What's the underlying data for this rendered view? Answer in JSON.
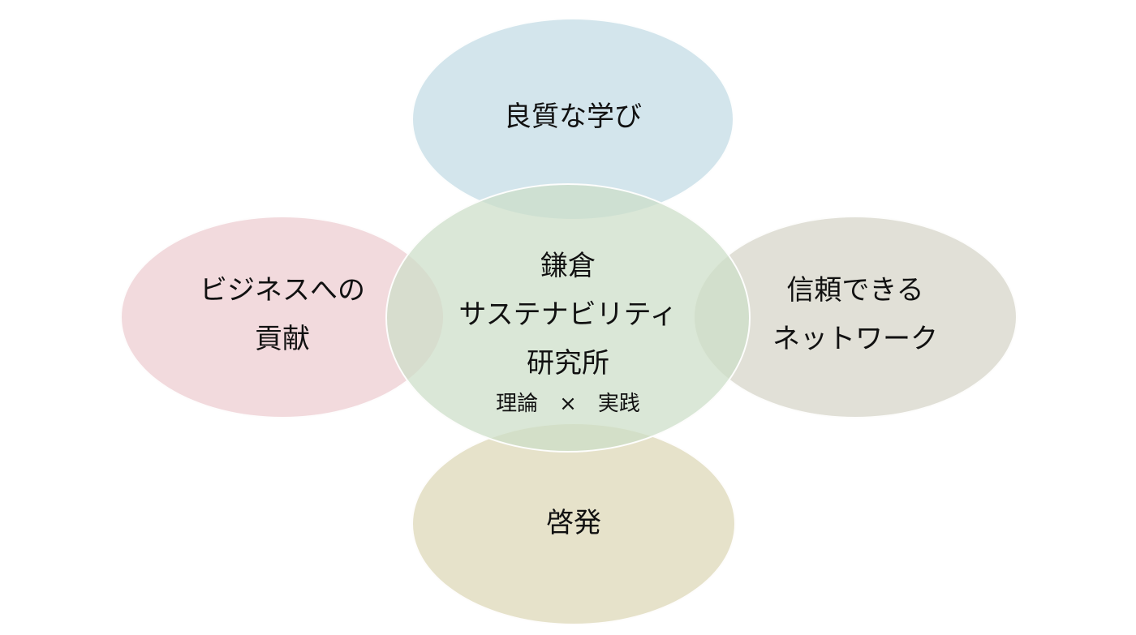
{
  "nodes": {
    "top": {
      "lines": [
        "良質な学び"
      ],
      "color": "#c4dce5"
    },
    "left": {
      "lines": [
        "ビジネスへの",
        "貢献"
      ],
      "color": "#eecdd2"
    },
    "right": {
      "lines": [
        "信頼できる",
        "ネットワーク"
      ],
      "color": "#d6d4c8"
    },
    "bottom": {
      "lines": [
        "啓発"
      ],
      "color": "#ded8b8"
    },
    "center": {
      "lines": [
        "鎌倉",
        "サステナビリティ",
        "研究所"
      ],
      "subtitle": "理論　×　実践",
      "color": "#ccdec8"
    }
  }
}
